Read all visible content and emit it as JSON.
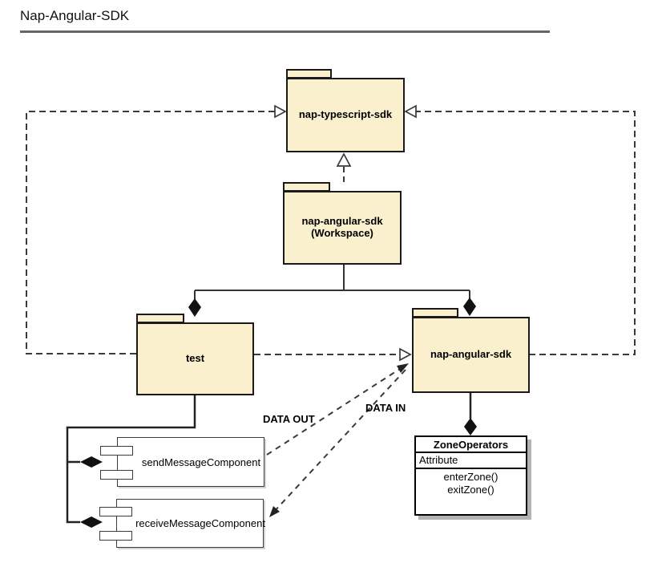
{
  "title": "Nap-Angular-SDK",
  "colors": {
    "package_fill": "#FAF0CE",
    "package_border": "#1A1A1A",
    "connector": "#3A3A3A",
    "diamond_fill": "#111111",
    "class_shadow": "#B3B3B3",
    "title_rule": "#666666"
  },
  "packages": {
    "typescript": {
      "label": "nap-typescript-sdk"
    },
    "workspace": {
      "label_line1": "nap-angular-sdk",
      "label_line2": "(Workspace)"
    },
    "test": {
      "label": "test"
    },
    "angular": {
      "label": "nap-angular-sdk"
    }
  },
  "components": {
    "send": {
      "label": "sendMessageComponent"
    },
    "receive": {
      "label": "receiveMessageComponent"
    }
  },
  "zone_class": {
    "name": "ZoneOperators",
    "attribute": "Attribute",
    "methods": [
      "enterZone()",
      "exitZone()"
    ]
  },
  "edge_labels": {
    "data_out": "DATA OUT",
    "data_in": "DATA IN"
  }
}
